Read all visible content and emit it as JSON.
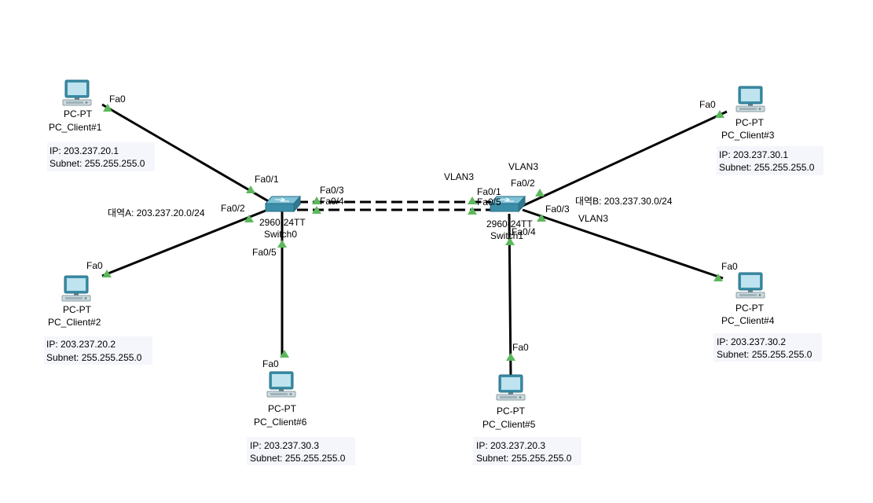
{
  "colors": {
    "link": "#000000",
    "port_up": "#5cb85c",
    "note_bg": "#f4f6fb",
    "device": "#3a8ea8"
  },
  "pcs": {
    "pc1": {
      "model": "PC-PT",
      "name": "PC_Client#1",
      "port": "Fa0",
      "ip": "IP: 203.237.20.1",
      "subnet": "Subnet: 255.255.255.0"
    },
    "pc2": {
      "model": "PC-PT",
      "name": "PC_Client#2",
      "port": "Fa0",
      "ip": "IP: 203.237.20.2",
      "subnet": "Subnet: 255.255.255.0"
    },
    "pc3": {
      "model": "PC-PT",
      "name": "PC_Client#3",
      "port": "Fa0",
      "ip": "IP: 203.237.30.1",
      "subnet": "Subnet: 255.255.255.0"
    },
    "pc4": {
      "model": "PC-PT",
      "name": "PC_Client#4",
      "port": "Fa0",
      "ip": "IP: 203.237.30.2",
      "subnet": "Subnet: 255.255.255.0"
    },
    "pc5": {
      "model": "PC-PT",
      "name": "PC_Client#5",
      "port": "Fa0",
      "ip": "IP: 203.237.20.3",
      "subnet": "Subnet: 255.255.255.0"
    },
    "pc6": {
      "model": "PC-PT",
      "name": "PC_Client#6",
      "port": "Fa0",
      "ip": "IP: 203.237.30.3",
      "subnet": "Subnet: 255.255.255.0"
    }
  },
  "switches": {
    "sw0": {
      "model": "2960-24TT",
      "name": "Switch0",
      "ports": {
        "fa01": "Fa0/1",
        "fa02": "Fa0/2",
        "fa03": "Fa0/3",
        "fa04": "Fa0/4",
        "fa05": "Fa0/5"
      }
    },
    "sw1": {
      "model": "2960-24TT",
      "name": "Switch1",
      "ports": {
        "fa01": "Fa0/1",
        "fa02": "Fa0/2",
        "fa03": "Fa0/3",
        "fa04": "Fa0/4",
        "fa05": "Fa0/5"
      }
    }
  },
  "notes": {
    "range_a": "대역A: 203.237.20.0/24",
    "range_b": "대역B: 203.237.30.0/24",
    "vlan_trunk": "VLAN3",
    "vlan_fa02": "VLAN3",
    "vlan_fa03": "VLAN3"
  }
}
